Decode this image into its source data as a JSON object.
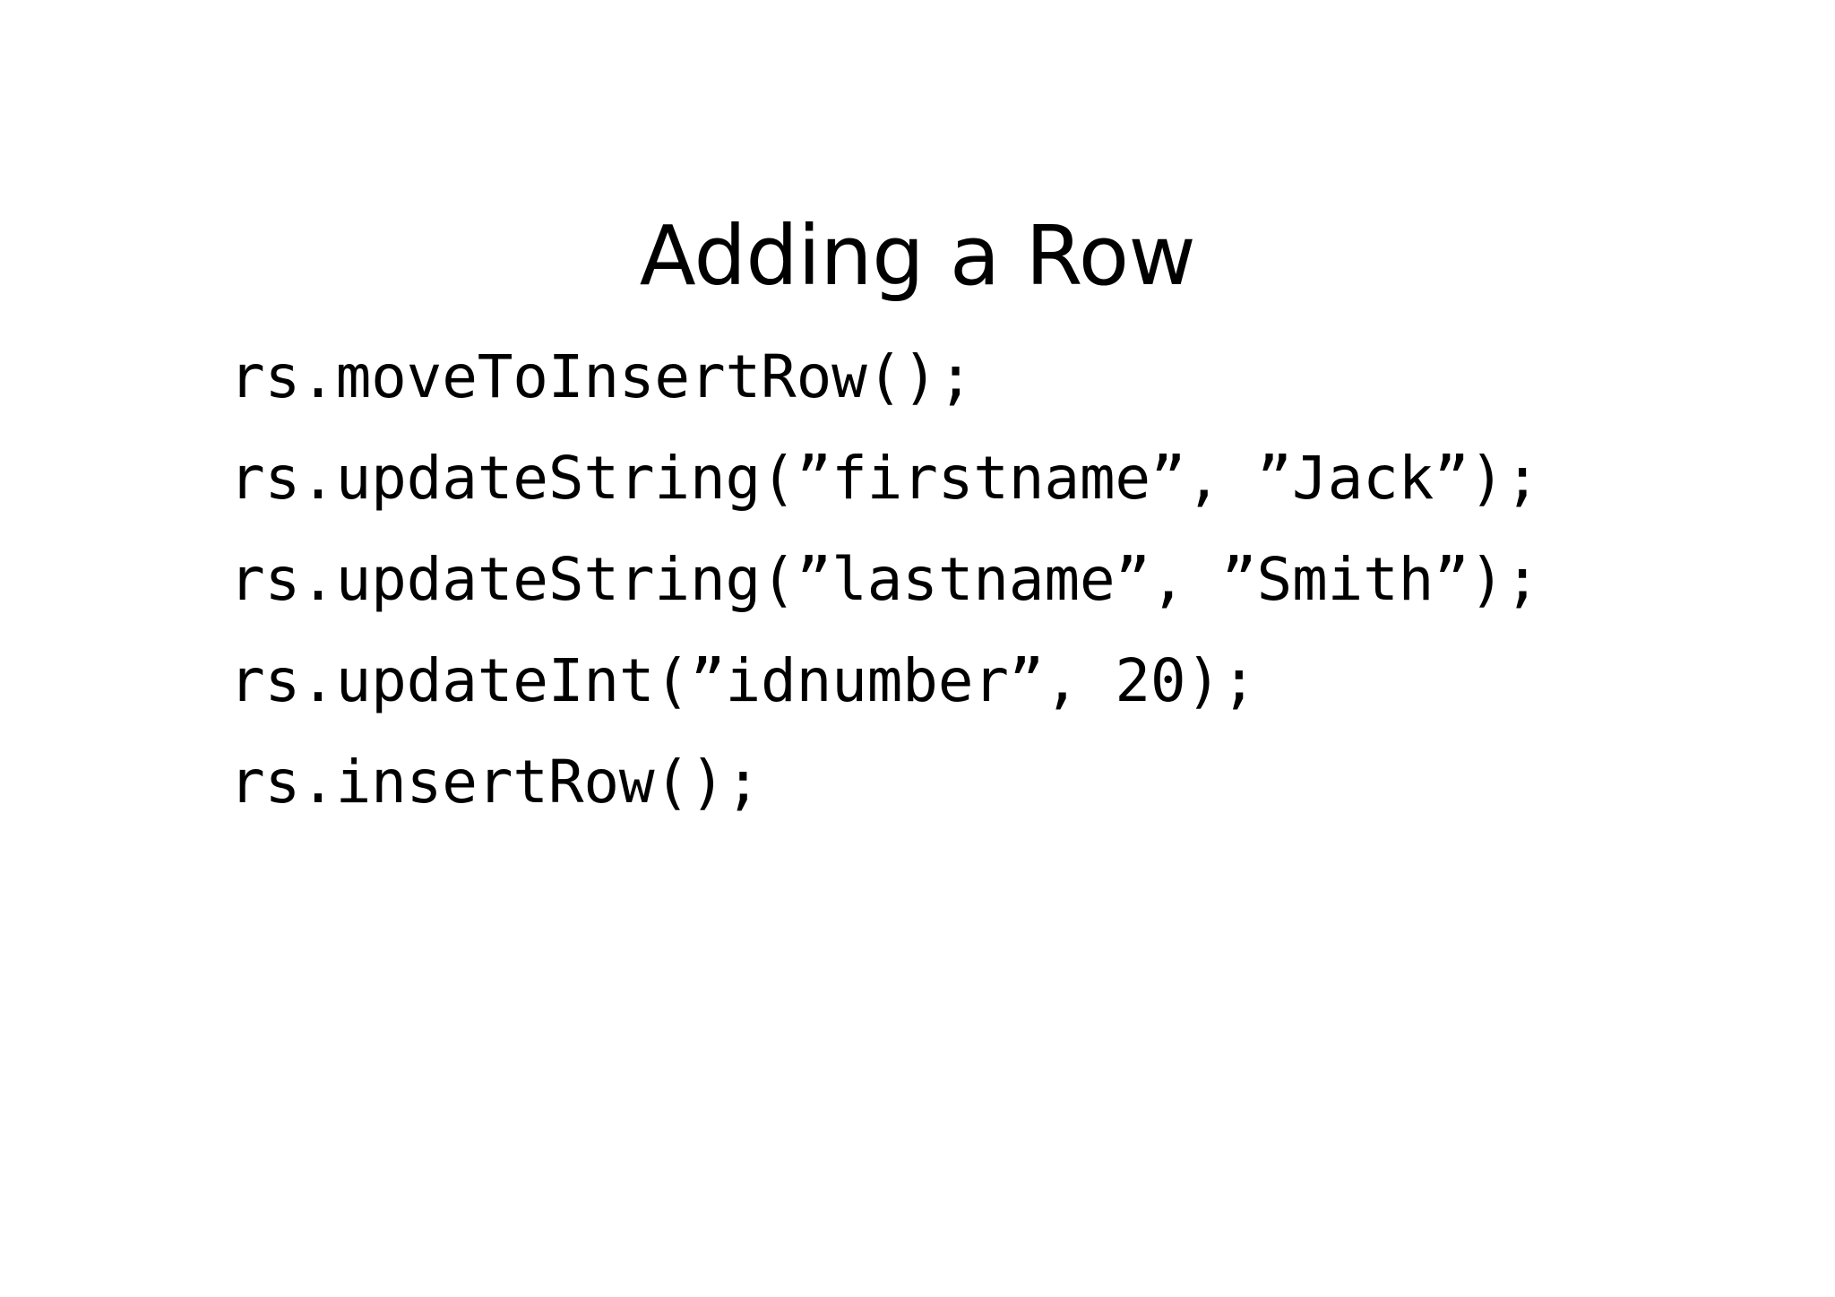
{
  "slide": {
    "title": "Adding a Row",
    "background_color": "#ffffff",
    "text_color": "#000000",
    "code_lines": [
      "rs.moveToInsertRow();",
      "rs.updateString(”firstname”, ”Jack”);",
      "rs.updateString(”lastname”, ”Smith”);",
      "rs.updateInt(”idnumber”, 20);",
      "rs.insertRow();"
    ]
  }
}
